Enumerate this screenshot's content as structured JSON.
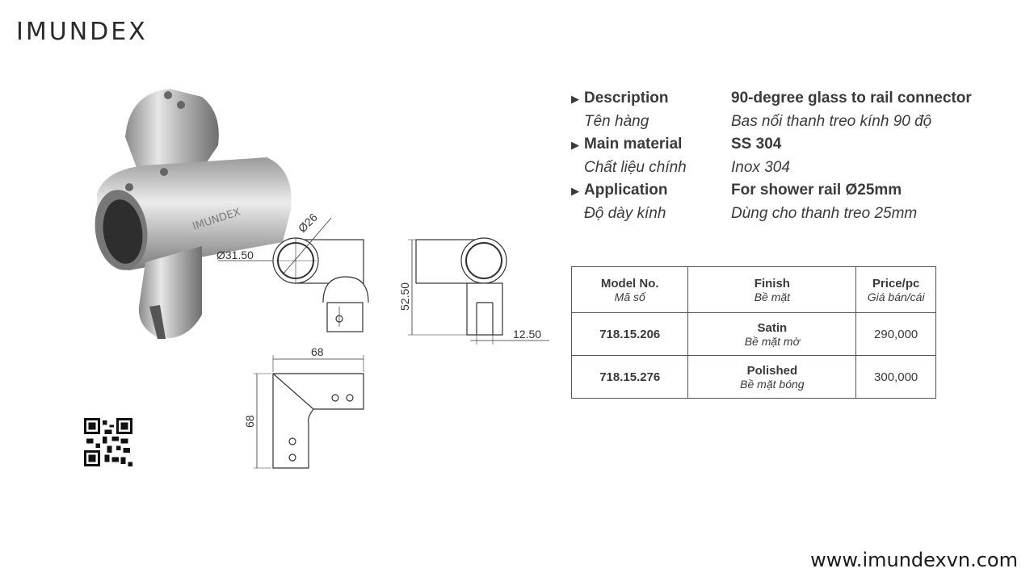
{
  "brand": {
    "logo_text": "IMUNDEX",
    "photo_label": "IMUNDEX"
  },
  "specs": [
    {
      "label_en": "Description",
      "value_en": "90-degree glass to rail connector",
      "label_vi": "Tên hàng",
      "value_vi": "Bas nối thanh treo kính 90 độ"
    },
    {
      "label_en": "Main material",
      "value_en": "SS 304",
      "label_vi": "Chất liệu chính",
      "value_vi": "Inox 304"
    },
    {
      "label_en": "Application",
      "value_en": "For shower rail Ø25mm",
      "label_vi": "Độ dày kính",
      "value_vi": "Dùng cho thanh treo 25mm"
    }
  ],
  "table": {
    "headers": [
      {
        "main": "Model No.",
        "sub": "Mã số"
      },
      {
        "main": "Finish",
        "sub": "Bề mặt"
      },
      {
        "main": "Price/pc",
        "sub": "Giá bán/cái"
      }
    ],
    "rows": [
      {
        "model": "718.15.206",
        "finish": "Satin",
        "finish_vi": "Bề mặt mờ",
        "price": "290,000"
      },
      {
        "model": "718.15.276",
        "finish": "Polished",
        "finish_vi": "Bề mặt bóng",
        "price": "300,000"
      }
    ]
  },
  "dimensions": {
    "inner_diameter": "Ø26",
    "outer_diameter": "Ø31.50",
    "height": "52.50",
    "slot_width": "12.50",
    "plate_width": "68",
    "plate_height": "68"
  },
  "footer": {
    "website": "www.imundexvn.com"
  }
}
